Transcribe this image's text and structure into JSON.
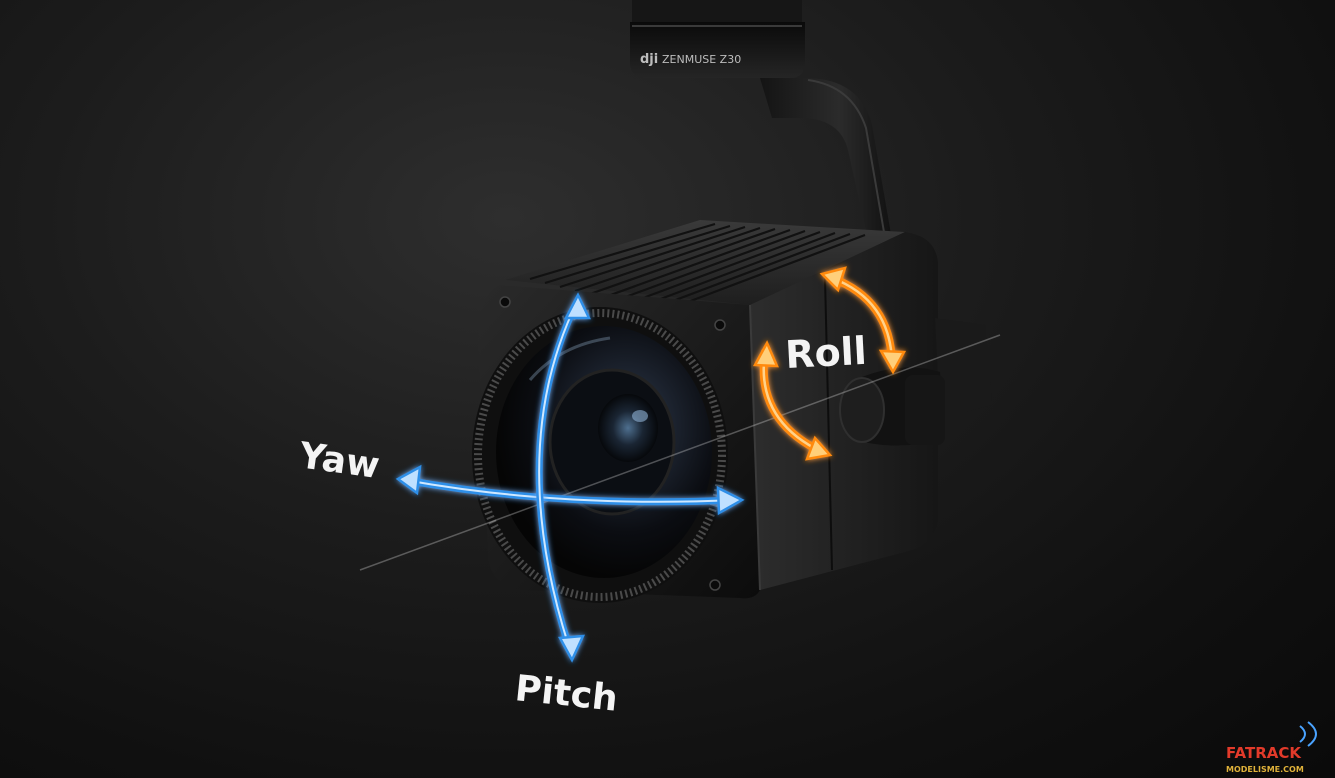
{
  "camera": {
    "brand_logo": "dji",
    "model_label": "ZENMUSE  Z30"
  },
  "axes": {
    "yaw": "Yaw",
    "pitch": "Pitch",
    "roll": "Roll"
  },
  "watermark": {
    "line1": "FATRACK",
    "line2": "MODELISME.COM"
  },
  "colors": {
    "yaw_pitch_arrow": "#3aa0ff",
    "roll_arrow": "#ff9a1a",
    "background": "#151515"
  }
}
